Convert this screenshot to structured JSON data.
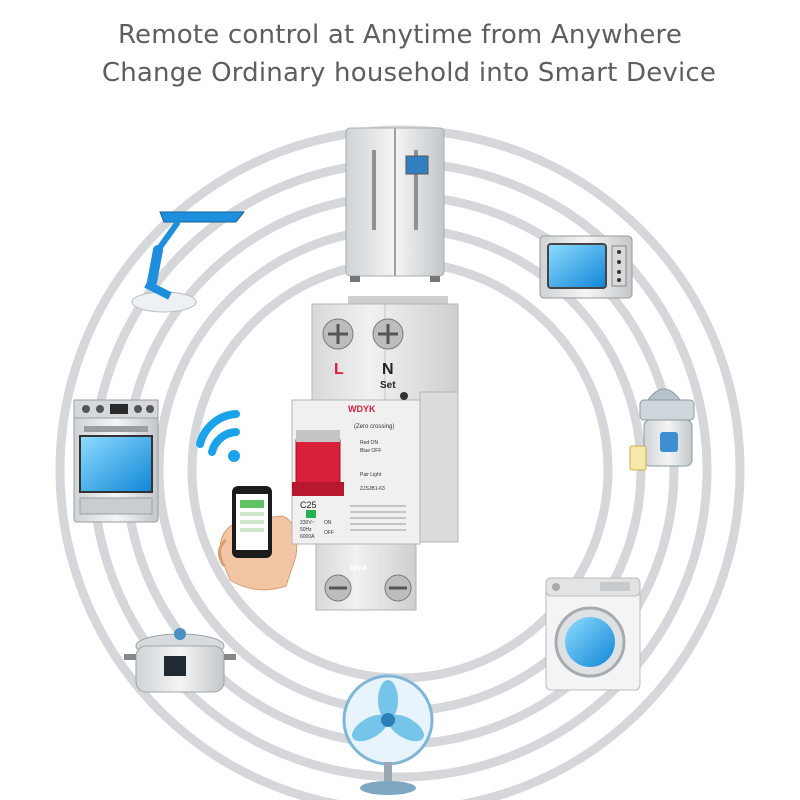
{
  "headline": {
    "line1": "Remote control at Anytime from Anywhere",
    "line2": "Change Ordinary household into Smart Device"
  },
  "breaker": {
    "terminal_left": "L",
    "terminal_right": "N",
    "set_label": "Set",
    "brand": "WDYK",
    "mode": "(Zero crossing)",
    "indicator_red": "Red  ON",
    "indicator_blue": "Blue  OFF",
    "pair_light": "Pair Light",
    "model": "ZJSJB1-63",
    "rating": "C25",
    "spec1": "230V~",
    "spec2": "50Hz",
    "spec3": "6000A",
    "switch_on": "ON",
    "switch_off": "OFF",
    "app_badge": "tuya",
    "colors": {
      "handle": "#d9203a",
      "badge": "#f26a21",
      "body": "#e6e6e6"
    }
  },
  "appliances": [
    {
      "name": "refrigerator",
      "icon": "refrigerator-icon"
    },
    {
      "name": "microwave",
      "icon": "microwave-icon"
    },
    {
      "name": "juicer",
      "icon": "juicer-icon"
    },
    {
      "name": "washing-machine",
      "icon": "washing-machine-icon"
    },
    {
      "name": "fan",
      "icon": "fan-icon"
    },
    {
      "name": "rice-cooker",
      "icon": "rice-cooker-icon"
    },
    {
      "name": "oven",
      "icon": "oven-icon"
    },
    {
      "name": "desk-lamp",
      "icon": "desk-lamp-icon"
    }
  ],
  "accent": "#1aa3e8"
}
